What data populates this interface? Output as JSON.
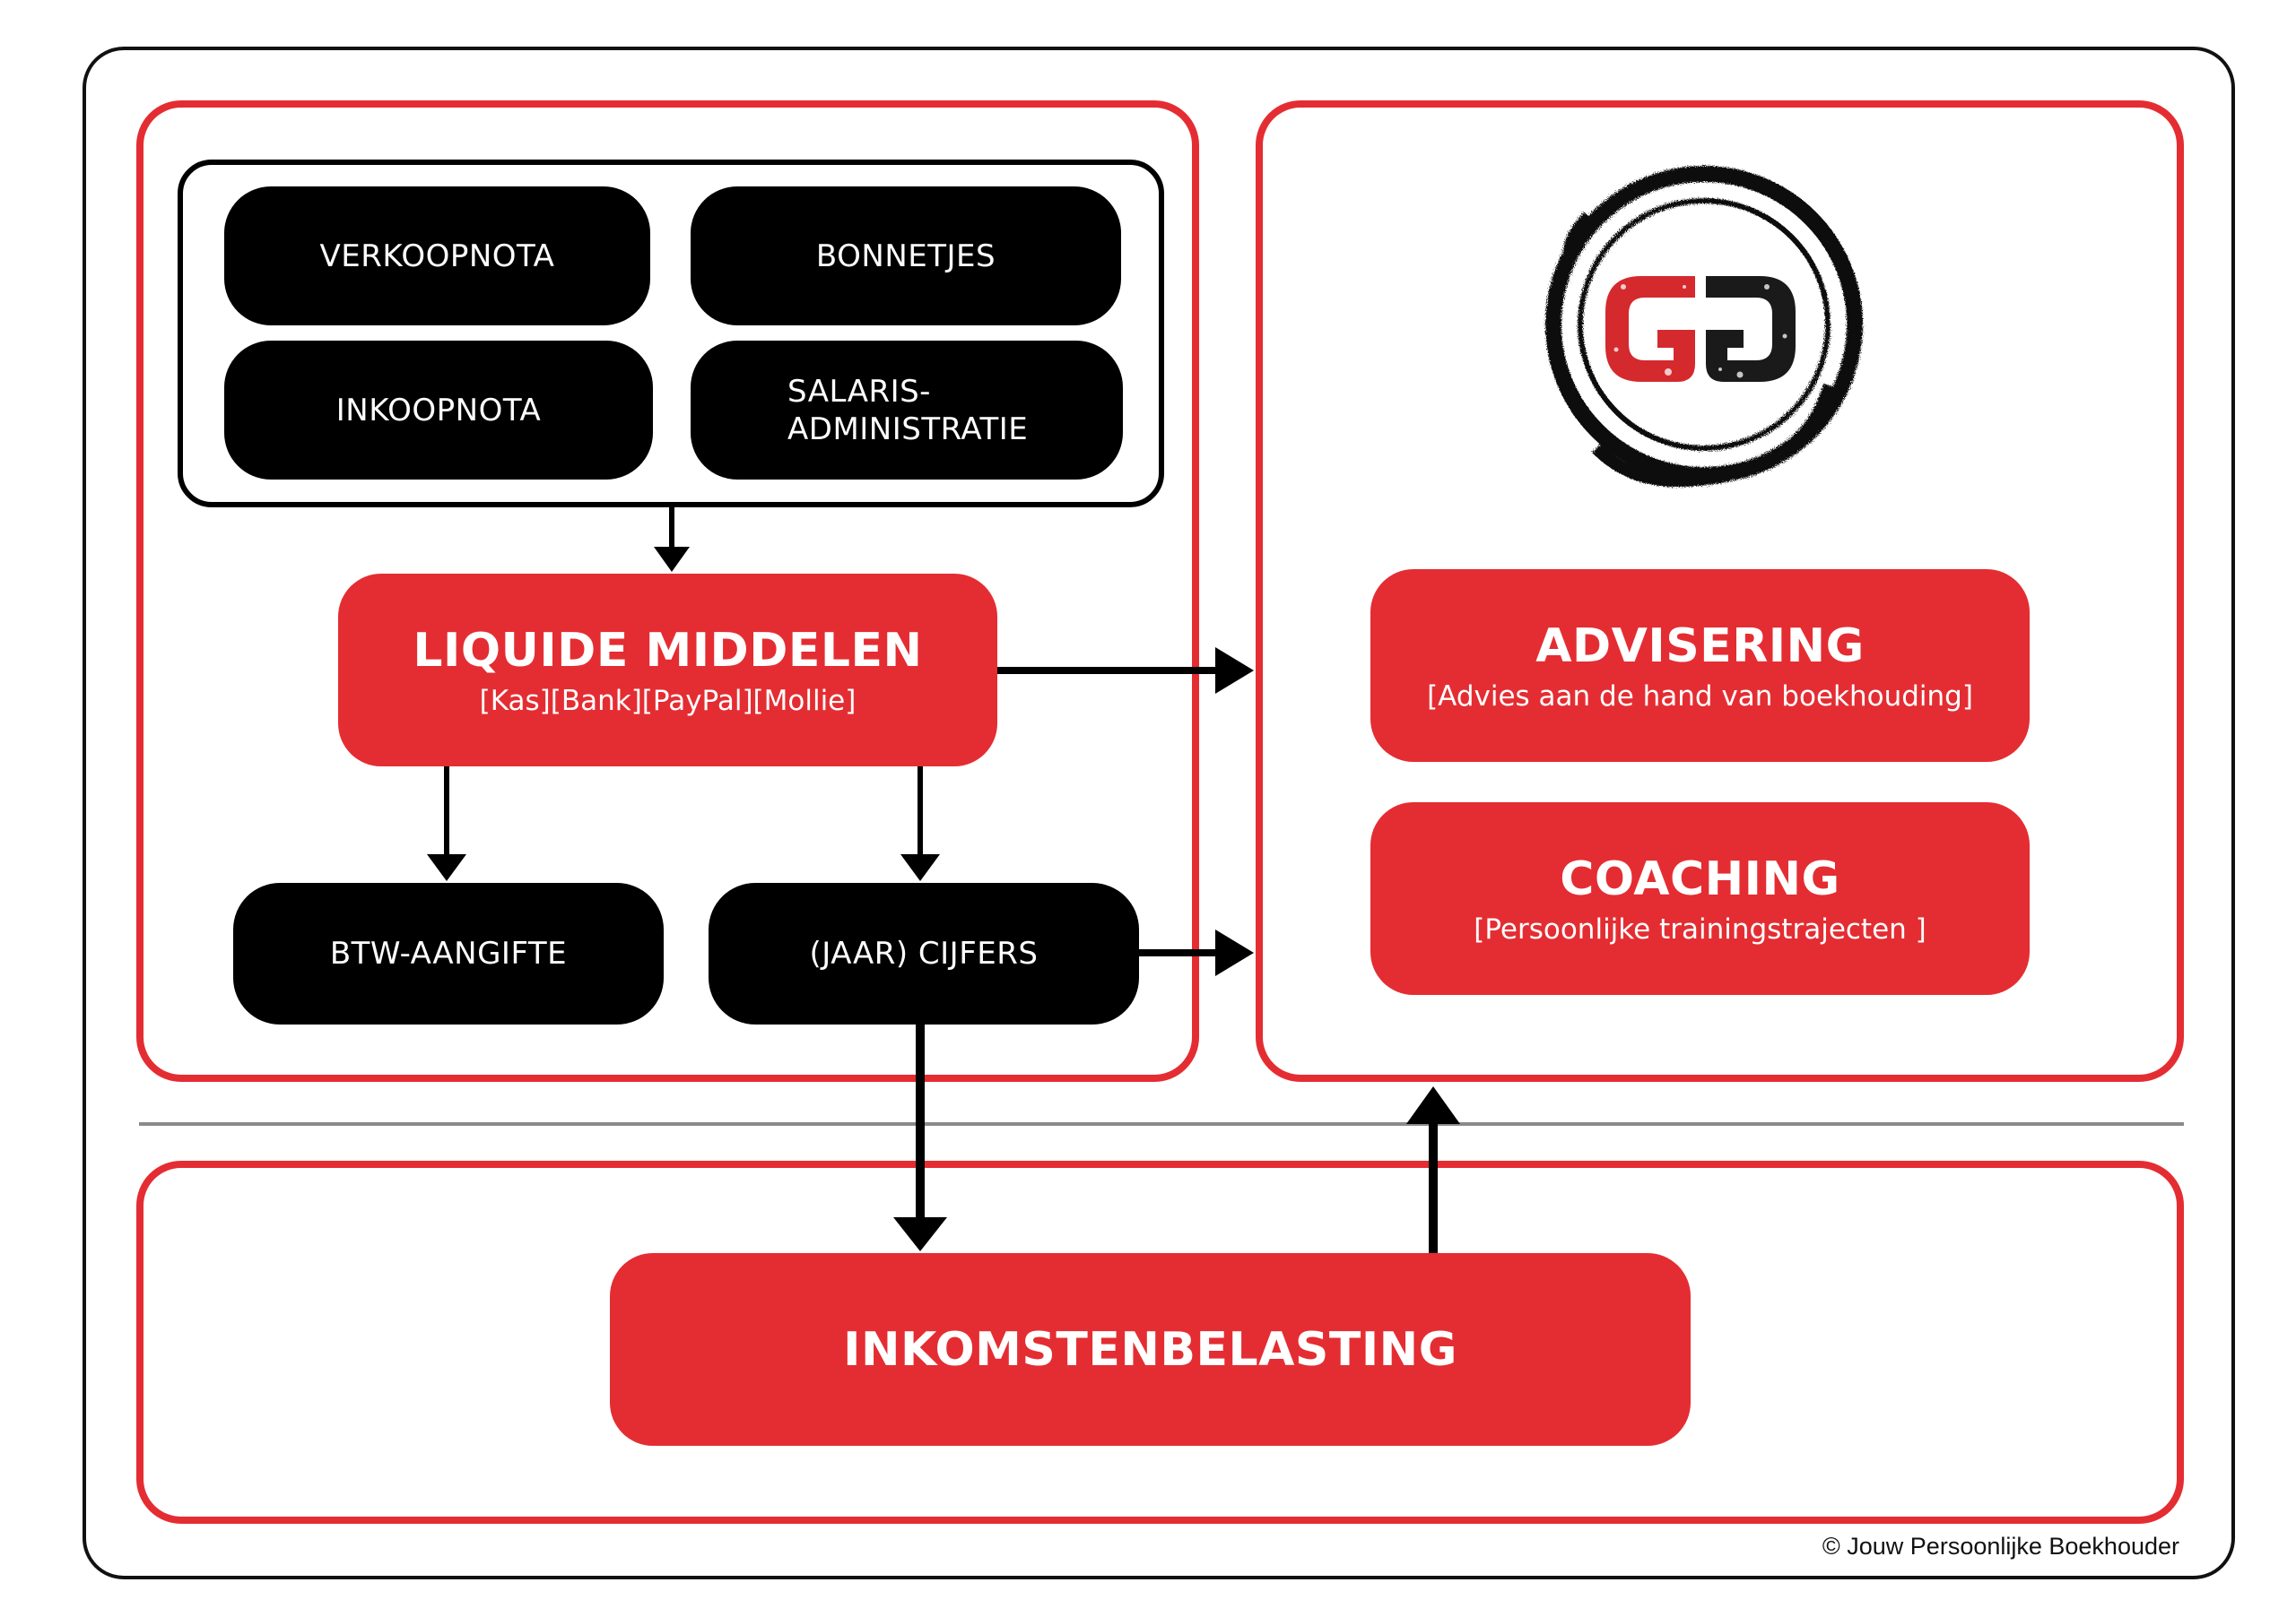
{
  "diagram": {
    "source_documents": [
      {
        "key": "verkoopnota",
        "label": "VERKOOPNOTA"
      },
      {
        "key": "bonnetjes",
        "label": "BONNETJES"
      },
      {
        "key": "inkoopnota",
        "label": "INKOOPNOTA"
      },
      {
        "key": "salaris",
        "label": [
          "SALARIS-",
          "ADMINISTRATIE"
        ]
      }
    ],
    "liquid_funds": {
      "title": "LIQUIDE MIDDELEN",
      "subtitle": "[Kas][Bank][PayPal][Mollie]"
    },
    "outputs": {
      "btw": "BTW-AANGIFTE",
      "annual": "(JAAR) CIJFERS"
    },
    "services": {
      "advice": {
        "title": "ADVISERING",
        "subtitle": "[Advies aan de hand van boekhouding]"
      },
      "coaching": {
        "title": "COACHING",
        "subtitle": "[Persoonlijke trainingstrajecten ]"
      }
    },
    "income_tax": "INKOMSTENBELASTING",
    "logo": {
      "letters": "GG",
      "icon": "gg-logo-stamp"
    }
  },
  "footer": {
    "credit": "© Jouw Persoonlijke Boekhouder"
  },
  "colors": {
    "accent_red": "#e42d32",
    "black": "#000000",
    "white": "#ffffff",
    "divider": "#8a8a8a"
  }
}
